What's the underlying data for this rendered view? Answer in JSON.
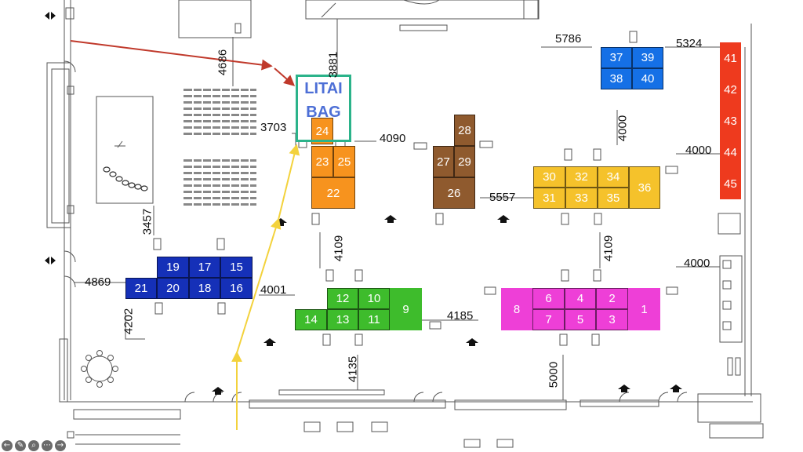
{
  "highlight": {
    "line1": "LITAI",
    "line2": "BAG",
    "color": "#2bb38a",
    "text_color": "#4d6fd6"
  },
  "colors": {
    "navy": "#1530b8",
    "orange": "#f7931e",
    "brown": "#8f5a2e",
    "yellow": "#f5c22b",
    "blue": "#1570e6",
    "red": "#ee3a1e",
    "green": "#3ebc2c",
    "magenta": "#ee3fd7",
    "arrow_red": "#c0392b",
    "arrow_yellow": "#f3d23c"
  },
  "booths": {
    "b41": "41",
    "b42": "42",
    "b43": "43",
    "b44": "44",
    "b45": "45",
    "b37": "37",
    "b39": "39",
    "b38": "38",
    "b40": "40",
    "b24": "24",
    "b23": "23",
    "b25": "25",
    "b22": "22",
    "b28": "28",
    "b27": "27",
    "b29": "29",
    "b26": "26",
    "b30": "30",
    "b32": "32",
    "b34": "34",
    "b31": "31",
    "b33": "33",
    "b35": "35",
    "b36": "36",
    "b19": "19",
    "b17": "17",
    "b15": "15",
    "b21": "21",
    "b20": "20",
    "b18": "18",
    "b16": "16",
    "b12": "12",
    "b10": "10",
    "b14": "14",
    "b13": "13",
    "b11": "11",
    "b9": "9",
    "b8": "8",
    "b6": "6",
    "b4": "4",
    "b2": "2",
    "b7": "7",
    "b5": "5",
    "b3": "3",
    "b1": "1"
  },
  "dimensions": {
    "d5786": "5786",
    "d5324": "5324",
    "d4686": "4686",
    "d3881": "3881",
    "d3703": "3703",
    "d4090": "4090",
    "d4000_a": "4000",
    "d4000_b": "4000",
    "d5557": "5557",
    "d3457": "3457",
    "d4109_a": "4109",
    "d4109_b": "4109",
    "d4000_c": "4000",
    "d4869": "4869",
    "d4001": "4001",
    "d4202": "4202",
    "d4185": "4185",
    "d4135": "4135",
    "d5000": "5000"
  },
  "toolbar": [
    {
      "name": "back-icon",
      "glyph": "←"
    },
    {
      "name": "pencil-icon",
      "glyph": "✎"
    },
    {
      "name": "zoom-icon",
      "glyph": "⌕"
    },
    {
      "name": "more-icon",
      "glyph": "⋯"
    },
    {
      "name": "forward-icon",
      "glyph": "→"
    }
  ]
}
